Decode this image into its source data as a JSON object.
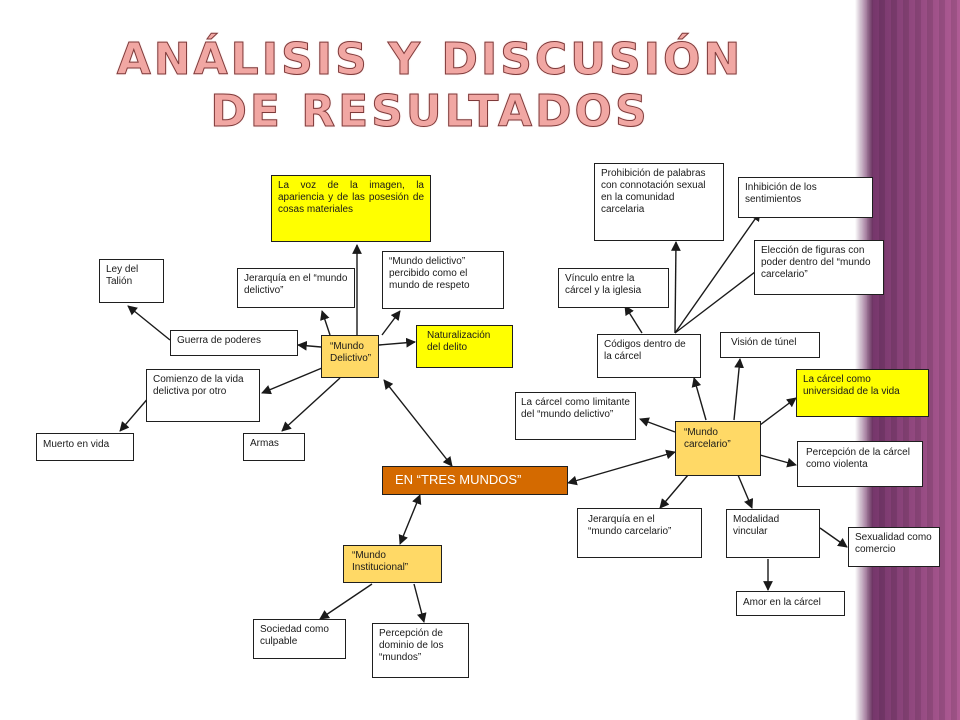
{
  "title": "ANÁLISIS Y DISCUSIÓN DE RESULTADOS",
  "colors": {
    "yellow": "#ffff00",
    "gold": "#ffd966",
    "orange": "#d46a00",
    "stripe": "#a0467f"
  },
  "nodes": {
    "voz_imagen": "La voz de la imagen, la apariencia y de las posesión de cosas materiales",
    "ley_talion": "Ley del Talión",
    "jerarquia_delictivo": "Jerarquía en el “mundo delictivo”",
    "delictivo_respeto": "“Mundo delictivo” percibido como el mundo de respeto",
    "guerra_poderes": "Guerra de poderes",
    "mundo_delictivo": "“Mundo Delictivo”",
    "naturalizacion": "Naturalización del delito",
    "comienzo_vida": "Comienzo de la vida delictiva por otro",
    "muerto_vida": "Muerto en vida",
    "armas": "Armas",
    "tres_mundos": "EN “TRES MUNDOS”",
    "mundo_institucional": "“Mundo Institucional”",
    "sociedad_culpable": "Sociedad como culpable",
    "percepcion_dominio": "Percepción de dominio de los “mundos”",
    "prohibicion_palabras": "Prohibición de palabras con connotación sexual en la comunidad carcelaria",
    "inhibicion_sentimientos": "Inhibición de los sentimientos",
    "eleccion_figuras": "Elección de figuras con poder dentro del “mundo carcelario”",
    "vinculo_iglesia": "Vínculo entre la cárcel y la iglesia",
    "codigos_carcel": "Códigos dentro de la cárcel",
    "vision_tunel": "Visión de túnel",
    "carcel_universidad": "La cárcel como universidad de la vida",
    "carcel_limitante": "La cárcel como limitante del “mundo delictivo”",
    "mundo_carcelario": "“Mundo carcelario”",
    "carcel_violenta": "Percepción de la cárcel como violenta",
    "jerarquia_carcelario": "Jerarquía en el “mundo carcelario”",
    "modalidad_vincular": "Modalidad vincular",
    "sexualidad_comercio": "Sexualidad como comercio",
    "amor_carcel": "Amor en la cárcel"
  }
}
